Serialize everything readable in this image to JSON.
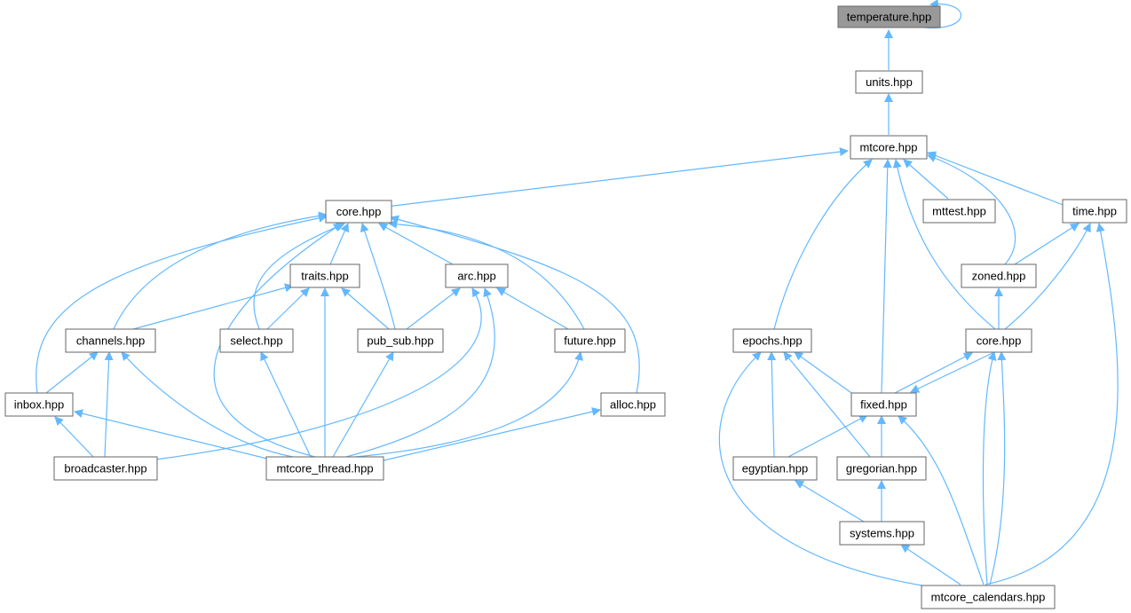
{
  "graph": {
    "nodes": [
      {
        "id": "temperature",
        "label": "temperature.hpp",
        "current": true
      },
      {
        "id": "units",
        "label": "units.hpp"
      },
      {
        "id": "mtcore",
        "label": "mtcore.hpp"
      },
      {
        "id": "core1",
        "label": "core.hpp"
      },
      {
        "id": "mttest",
        "label": "mttest.hpp"
      },
      {
        "id": "time",
        "label": "time.hpp"
      },
      {
        "id": "traits",
        "label": "traits.hpp"
      },
      {
        "id": "arc",
        "label": "arc.hpp"
      },
      {
        "id": "zoned",
        "label": "zoned.hpp"
      },
      {
        "id": "channels",
        "label": "channels.hpp"
      },
      {
        "id": "select",
        "label": "select.hpp"
      },
      {
        "id": "pubsub",
        "label": "pub_sub.hpp"
      },
      {
        "id": "future",
        "label": "future.hpp"
      },
      {
        "id": "epochs",
        "label": "epochs.hpp"
      },
      {
        "id": "core2",
        "label": "core.hpp"
      },
      {
        "id": "inbox",
        "label": "inbox.hpp"
      },
      {
        "id": "alloc",
        "label": "alloc.hpp"
      },
      {
        "id": "fixed",
        "label": "fixed.hpp"
      },
      {
        "id": "broadcaster",
        "label": "broadcaster.hpp"
      },
      {
        "id": "mtcorethread",
        "label": "mtcore_thread.hpp"
      },
      {
        "id": "egyptian",
        "label": "egyptian.hpp"
      },
      {
        "id": "gregorian",
        "label": "gregorian.hpp"
      },
      {
        "id": "systems",
        "label": "systems.hpp"
      },
      {
        "id": "mtcorecal",
        "label": "mtcore_calendars.hpp"
      }
    ]
  }
}
